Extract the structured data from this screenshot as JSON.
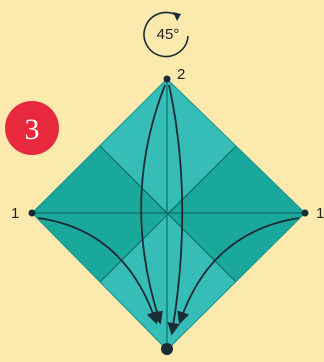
{
  "step": {
    "number": "3",
    "badge_color": "#e8283c"
  },
  "rotation": {
    "label": "45°"
  },
  "points": {
    "top": "2",
    "left": "1",
    "right": "1"
  },
  "colors": {
    "background": "#fce9ad",
    "paper_dark": "#1aa89d",
    "paper_light": "#36bdb7",
    "crease": "#0d6f68",
    "arrow": "#1b2b33"
  }
}
